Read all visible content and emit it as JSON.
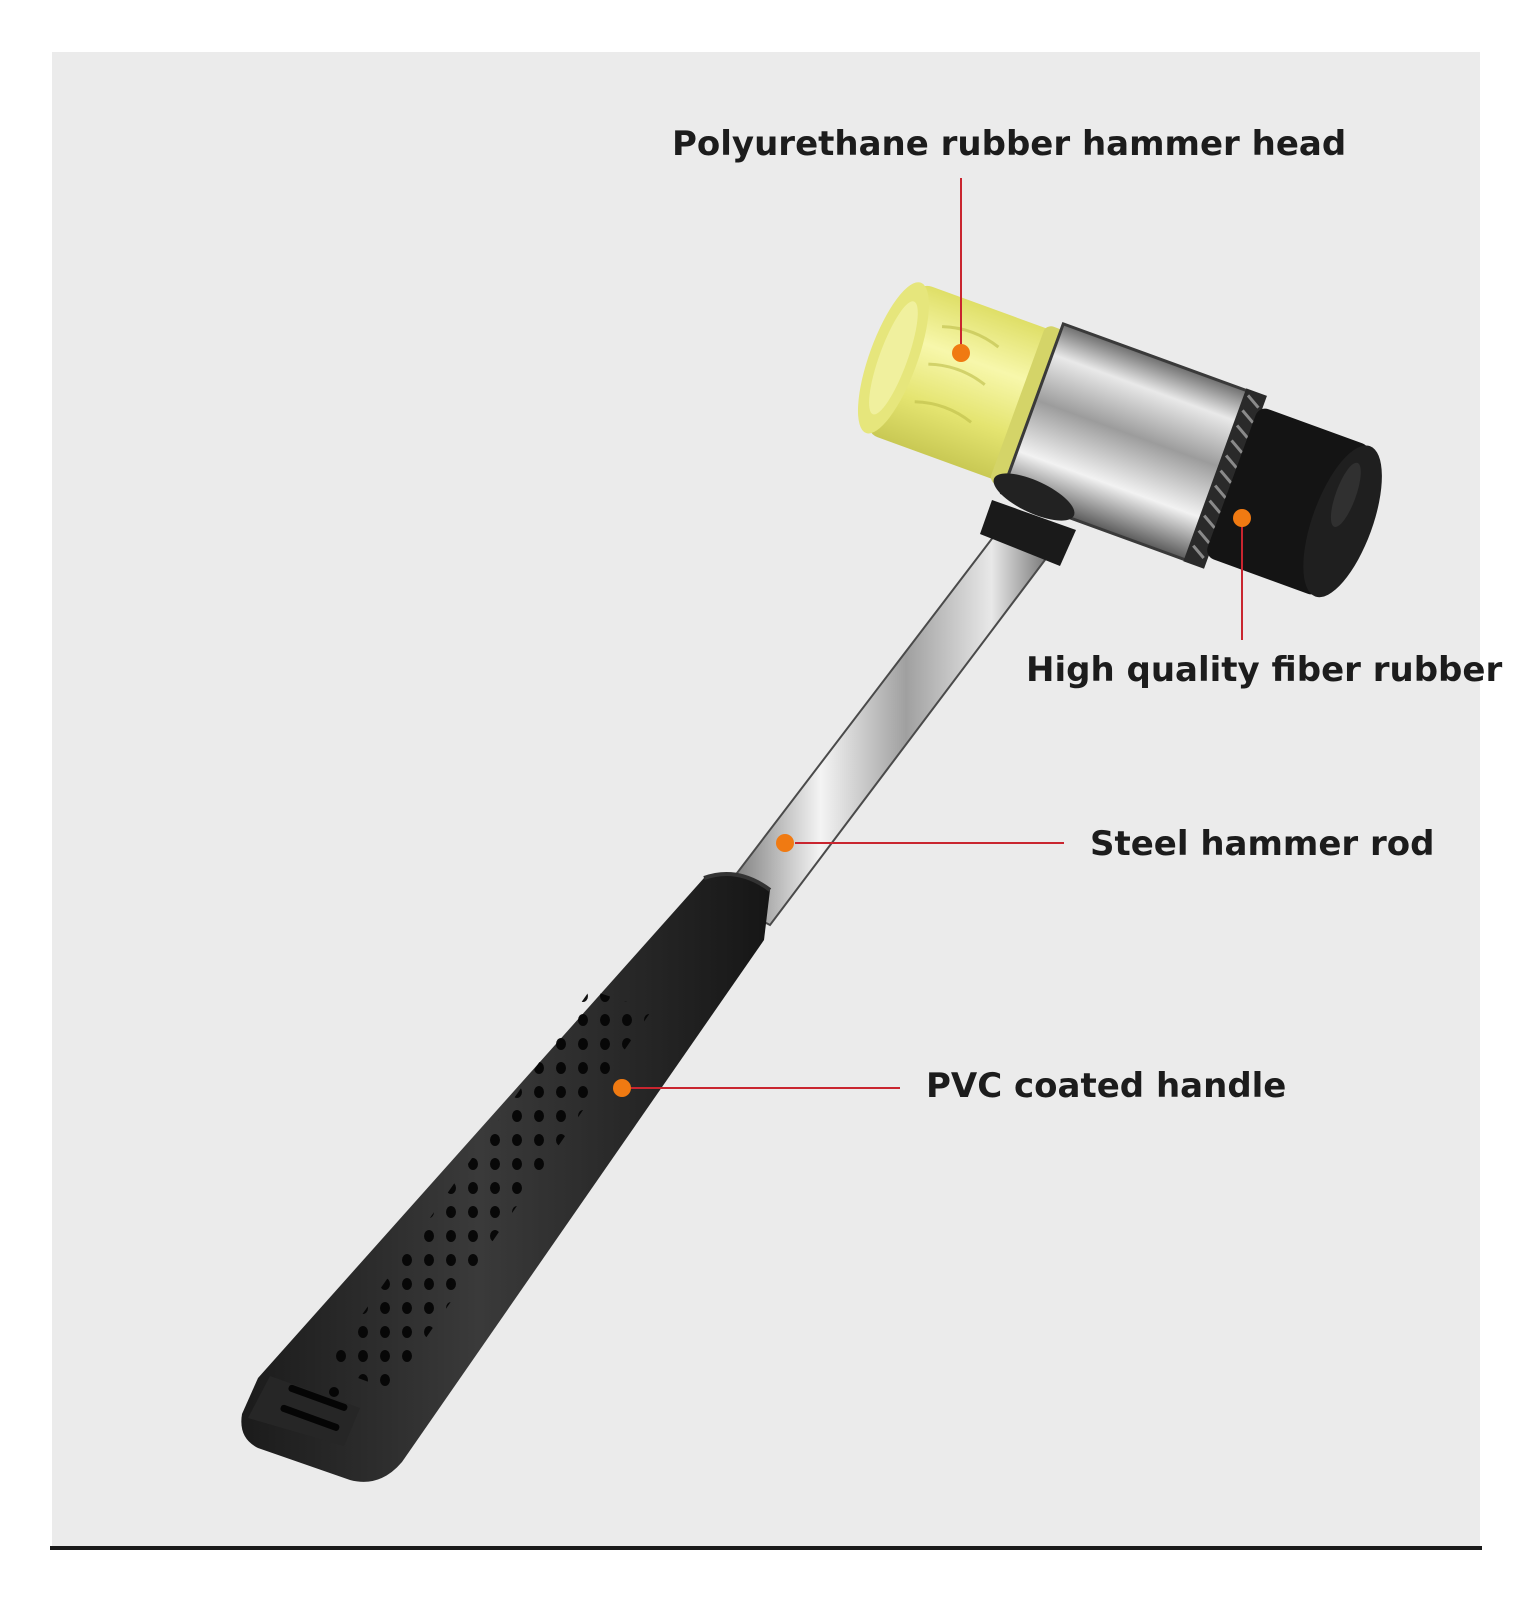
{
  "colors": {
    "panel_background": "#ebebeb",
    "callout_line": "#c9252f",
    "callout_dot": "#f07a12"
  },
  "callouts": [
    {
      "id": "head",
      "label": "Polyurethane rubber hammer head"
    },
    {
      "id": "fiber",
      "label": "High quality fiber rubber"
    },
    {
      "id": "rod",
      "label": "Steel hammer rod"
    },
    {
      "id": "pvc",
      "label": "PVC coated handle"
    }
  ]
}
